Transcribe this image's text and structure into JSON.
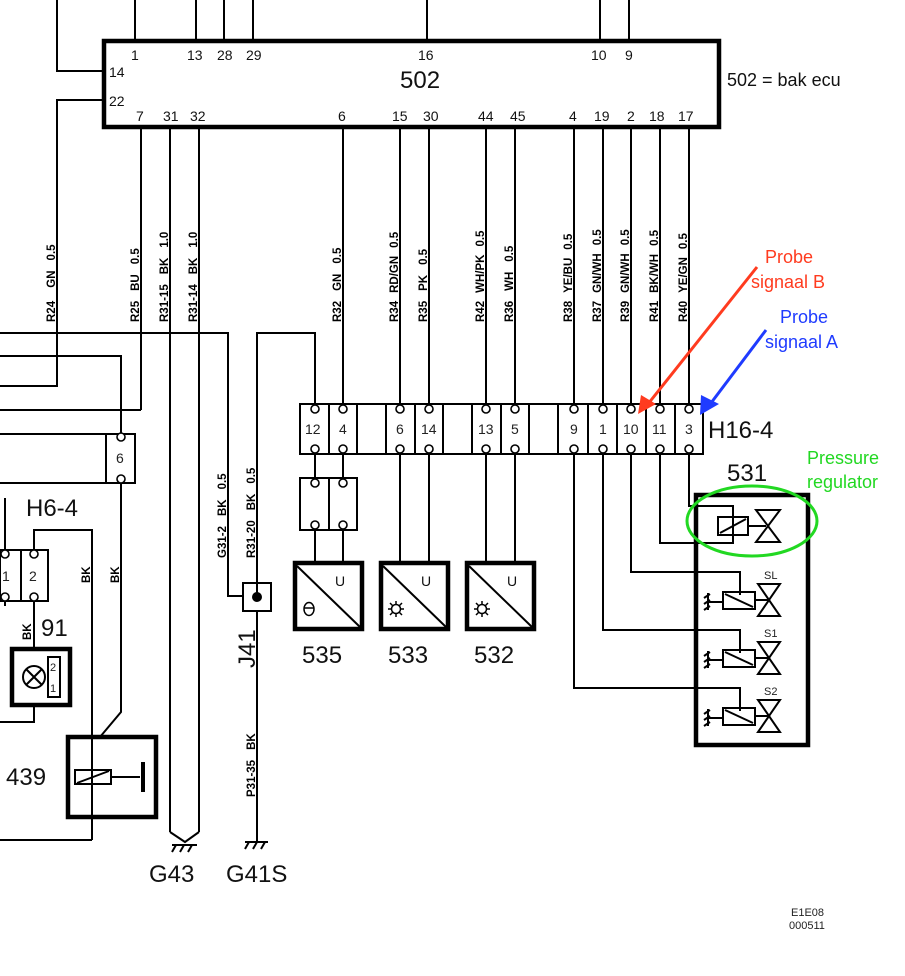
{
  "ecu": {
    "id": "502",
    "legend": "502 = bak ecu",
    "top_pins": [
      "1",
      "13",
      "28",
      "29",
      "16",
      "10",
      "9"
    ],
    "left_pins": [
      "14",
      "22"
    ],
    "bottom_pins": [
      "7",
      "31",
      "32",
      "6",
      "15",
      "30",
      "44",
      "45",
      "4",
      "19",
      "2",
      "18",
      "17"
    ]
  },
  "wires": [
    {
      "code": "R24",
      "color": "GN",
      "size": "0.5"
    },
    {
      "code": "R25",
      "color": "BU",
      "size": "0.5"
    },
    {
      "code": "R31-15",
      "color": "BK",
      "size": "1.0"
    },
    {
      "code": "R31-14",
      "color": "BK",
      "size": "1.0"
    },
    {
      "code": "R32",
      "color": "GN",
      "size": "0.5"
    },
    {
      "code": "R34",
      "color": "RD/GN",
      "size": "0.5"
    },
    {
      "code": "R35",
      "color": "PK",
      "size": "0.5"
    },
    {
      "code": "R42",
      "color": "WH/PK",
      "size": "0.5"
    },
    {
      "code": "R36",
      "color": "WH",
      "size": "0.5"
    },
    {
      "code": "R38",
      "color": "YE/BU",
      "size": "0.5"
    },
    {
      "code": "R37",
      "color": "GN/WH",
      "size": "0.5"
    },
    {
      "code": "R39",
      "color": "GN/WH",
      "size": "0.5"
    },
    {
      "code": "R41",
      "color": "BK/WH",
      "size": "0.5"
    },
    {
      "code": "R40",
      "color": "YE/GN",
      "size": "0.5"
    }
  ],
  "ground_wires": [
    {
      "code": "G31-2",
      "color": "BK",
      "size": "0.5"
    },
    {
      "code": "R31-20",
      "color": "BK",
      "size": "0.5"
    },
    {
      "code": "P31-35",
      "color": "BK"
    }
  ],
  "connector_h16": {
    "id": "H16-4",
    "pins": [
      "12",
      "4",
      "6",
      "14",
      "13",
      "5",
      "9",
      "1",
      "10",
      "11",
      "3"
    ]
  },
  "connector_h6": {
    "id": "H6-4",
    "pins": [
      "1",
      "2"
    ],
    "upper_pin": "6",
    "wire_colors": [
      "BK",
      "BK"
    ]
  },
  "components": {
    "sensor_535": {
      "id": "535",
      "symbol": "temperature",
      "output": "U"
    },
    "sensor_533": {
      "id": "533",
      "symbol": "light",
      "output": "U"
    },
    "sensor_532": {
      "id": "532",
      "symbol": "light",
      "output": "U"
    },
    "valve_block": {
      "id": "531",
      "valves": [
        "SL",
        "S1",
        "S2"
      ]
    },
    "lamp": {
      "id": "91",
      "pins": [
        "2",
        "1"
      ],
      "wire": "BK"
    },
    "relay": {
      "id": "439"
    },
    "splice": {
      "id": "J41"
    },
    "grounds": [
      "G43",
      "G41S"
    ]
  },
  "annotations": {
    "probe_b": {
      "line1": "Probe",
      "line2": "signaal B",
      "color": "#ff3b1f"
    },
    "probe_a": {
      "line1": "Probe",
      "line2": "signaal A",
      "color": "#1f3bff"
    },
    "pressure_regulator": {
      "line1": "Pressure",
      "line2": "regulator",
      "color": "#22d822"
    }
  },
  "doc_ref": {
    "line1": "E1E08",
    "line2": "000511"
  }
}
